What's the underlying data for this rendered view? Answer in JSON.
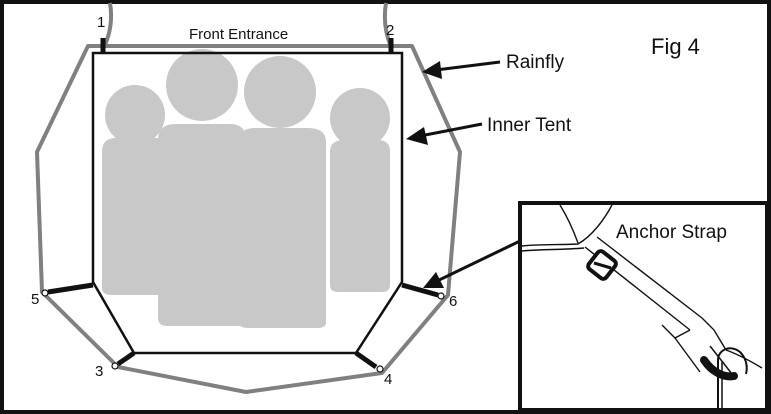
{
  "figure": {
    "label": "Fig 4"
  },
  "labels": {
    "front_entrance": "Front Entrance",
    "rainfly": "Rainfly",
    "inner_tent": "Inner Tent",
    "anchor_strap": "Anchor Strap"
  },
  "anchor_points": [
    "1",
    "2",
    "3",
    "4",
    "5",
    "6"
  ],
  "colors": {
    "outline": "#111111",
    "rainfly": "#808080",
    "silhouette": "#c8c8c8",
    "background": "#ffffff"
  }
}
